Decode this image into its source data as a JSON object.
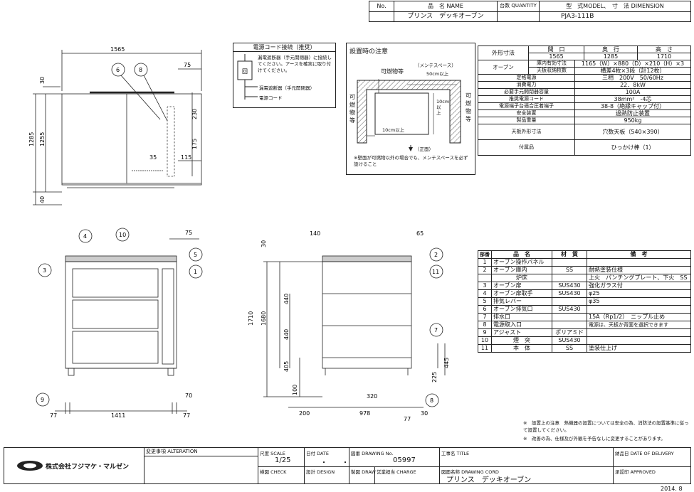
{
  "header": {
    "no_label": "No.",
    "name_label": "品　名 NAME",
    "qty_label": "台数 QUANTITY",
    "model_label": "型　式MODEL",
    "dim_label": "、　寸　法 DIMENSION",
    "name_value": "プリンス　デッキオーブン",
    "model_value": "PJA3-111B"
  },
  "power_cord": {
    "title": "電源コード接続（推奨）",
    "desc": "漏電遮断器（手元開閉器）に接続してください。アースを確実に取り付けてください。",
    "legend_breaker": "漏電遮断器（手元開閉器）",
    "legend_cord": "電源コード",
    "breaker_symbol": "回"
  },
  "install_notes": {
    "title": "設置時の注意",
    "combustible_top": "可燃物等",
    "maintenance": "（メンテスペース）",
    "space_50": "50cm以上",
    "side_left": "可燃物等",
    "side_right": "可燃物等",
    "space_10_bottom": "10cm以上",
    "space_10_side": "10cm以上",
    "front": "（正面）",
    "note": "※壁面が可燃物以外の場合でも、メンテスペースを必ず設けること"
  },
  "spec": {
    "outer_label": "外形寸法",
    "col_w": "間　口",
    "col_d": "奥　行",
    "col_h": "高　さ",
    "outer_w": "1565",
    "outer_d": "1285",
    "outer_h": "1710",
    "oven_label": "オーブン",
    "inner_label": "庫内有効寸法",
    "inner_value": "1165（W）×880（D）×210（H）×3",
    "plate_label": "天板収納枚数",
    "plate_value": "横差4枚×3段（計12枚）",
    "rows": [
      {
        "label": "定格電源",
        "value": "三相　200V　50/60Hz"
      },
      {
        "label": "消費電力",
        "value": "22．8kW"
      },
      {
        "label": "必要手元開閉器容量",
        "value": "100A"
      },
      {
        "label": "推奨電源コード",
        "value": "38mm²　-4芯"
      },
      {
        "label": "電源端子台適合圧着端子",
        "value": "38-8（絶縁キャップ付）"
      },
      {
        "label": "安全装置",
        "value": "過熱防止装置"
      },
      {
        "label": "製品重量",
        "value": "950kg"
      },
      {
        "label": "天板外形寸法",
        "value": "穴数天板（540×390）"
      },
      {
        "label": "付属品",
        "value": "ひっかけ棒（1）"
      }
    ]
  },
  "parts": {
    "h_no": "部番",
    "h_name": "品　名",
    "h_mat": "材　質",
    "h_note": "備　考",
    "rows": [
      {
        "no": "1",
        "name": "オーブン操作パネル",
        "mat": "",
        "note": ""
      },
      {
        "no": "2",
        "name": "オーブン庫内",
        "mat": "SS",
        "note": "耐熱塗装仕様"
      },
      {
        "no": "",
        "name": "炉床",
        "mat": "",
        "note": "上火　パンチングプレート、下火　SS"
      },
      {
        "no": "3",
        "name": "オーブン扉",
        "mat": "SUS430",
        "note": "強化ガラス付"
      },
      {
        "no": "4",
        "name": "オーブン扉取手",
        "mat": "SUS430",
        "note": "φ25"
      },
      {
        "no": "5",
        "name": "排気レバー",
        "mat": "",
        "note": "φ35"
      },
      {
        "no": "6",
        "name": "オーブン排気口",
        "mat": "SUS430",
        "note": ""
      },
      {
        "no": "7",
        "name": "排水口",
        "mat": "",
        "note": "15A（Rp1/2）　ニップル止め"
      },
      {
        "no": "8",
        "name": "電源取入口",
        "mat": "",
        "note": "電源は、天板か背面を選択できます"
      },
      {
        "no": "9",
        "name": "アジャスト",
        "mat": "ポリアミド",
        "note": ""
      },
      {
        "no": "10",
        "name": "煙　突",
        "mat": "SUS430",
        "note": ""
      },
      {
        "no": "11",
        "name": "本　体",
        "mat": "SS",
        "note": "塗装仕上げ"
      }
    ]
  },
  "footnotes": {
    "n1": "※　設置上の注意　熱機器の設置については安全の為、消防法の設置基準に従って設置してください。",
    "n2": "※　改善の為、仕様及び外観を予告なしに変更することがあります。"
  },
  "title_block": {
    "company": "株式会社フジマケ・マルゼン",
    "alteration": "変更事項 ALTERATION",
    "scale_label": "尺度 SCALE",
    "scale_value": "1/25",
    "date_label": "日付 DATE",
    "date_value": "・　　・",
    "drawing_no_label": "図番 DRAWING No.",
    "drawing_no": "05997",
    "title_label": "工事名 TITLE",
    "delivery_label": "納品日 DATE OF DELIVERY",
    "check_label": "検図 CHECK",
    "design_label": "設計 DESIGN",
    "draw_label": "製図 DRAW",
    "charge_label": "営業担当 CHARGE",
    "cord_label": "図面名称 DRAWING CORD",
    "cord_value": "プリンス　デッキオーブン",
    "approved_label": "承認印 APPROVED",
    "date_stamp": "2014. 8"
  },
  "dims": {
    "top_w": "1565",
    "top_75": "75",
    "top_30": "30",
    "top_230": "230",
    "top_175": "175",
    "top_35": "35",
    "top_115": "115",
    "top_1285": "1285",
    "top_1255": "1255",
    "top_40": "40",
    "front_75": "75",
    "front_70": "70",
    "front_77a": "77",
    "front_1411": "1411",
    "front_77b": "77",
    "side_140": "140",
    "side_65": "65",
    "side_30": "30",
    "side_440a": "440",
    "side_440b": "440",
    "side_1710": "1710",
    "side_1680": "1680",
    "side_405": "405",
    "side_100": "100",
    "side_225": "225",
    "side_445": "445",
    "side_320": "320",
    "side_200": "200",
    "side_978": "978",
    "side_30b": "30",
    "side_77": "77"
  },
  "balloons": {
    "b1": "1",
    "b2": "2",
    "b3": "3",
    "b4": "4",
    "b5": "5",
    "b6": "6",
    "b7": "7",
    "b8": "8",
    "b8b": "8",
    "b9": "9",
    "b10": "10",
    "b11": "11"
  }
}
